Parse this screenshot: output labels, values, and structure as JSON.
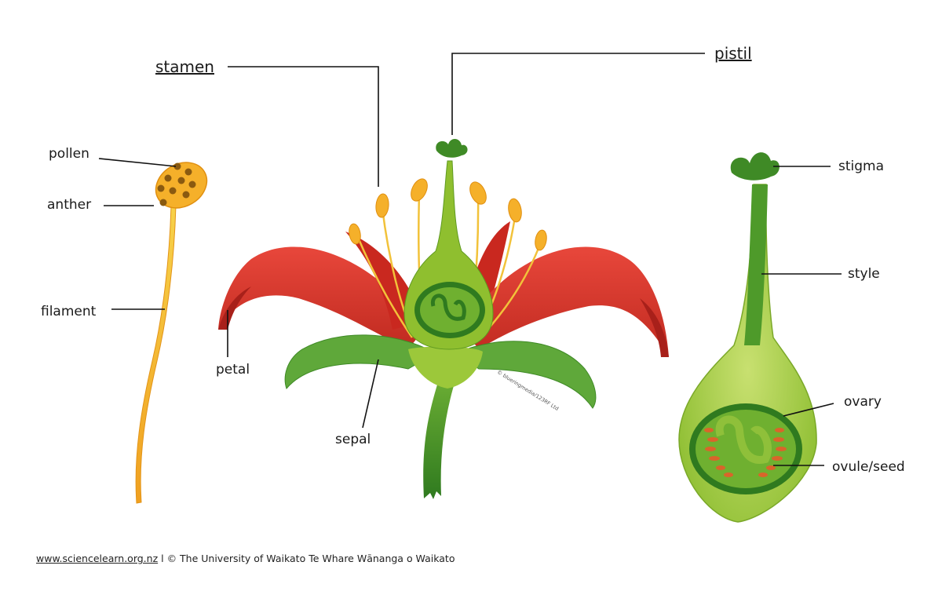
{
  "labels": {
    "stamen": "stamen",
    "pistil": "pistil",
    "pollen": "pollen",
    "anther": "anther",
    "filament": "filament",
    "petal": "petal",
    "sepal": "sepal",
    "stigma": "stigma",
    "style": "style",
    "ovary": "ovary",
    "ovule_seed": "ovule/seed"
  },
  "image_credit": "© blueringmedia/123RF Ltd",
  "footer": {
    "link": "www.sciencelearn.org.nz",
    "separator": " l ",
    "copyright": "© The University of Waikato Te Whare Wānanga o Waikato"
  },
  "colors": {
    "petal": "#d9342b",
    "petal_dark": "#a8201a",
    "sepal": "#5fa83a",
    "pistil_green": "#8fbf2f",
    "dark_green": "#2f7a1f",
    "stamen_yellow": "#f5c23a",
    "anther_orange": "#f0a020",
    "ovule_orange": "#d9652a"
  }
}
